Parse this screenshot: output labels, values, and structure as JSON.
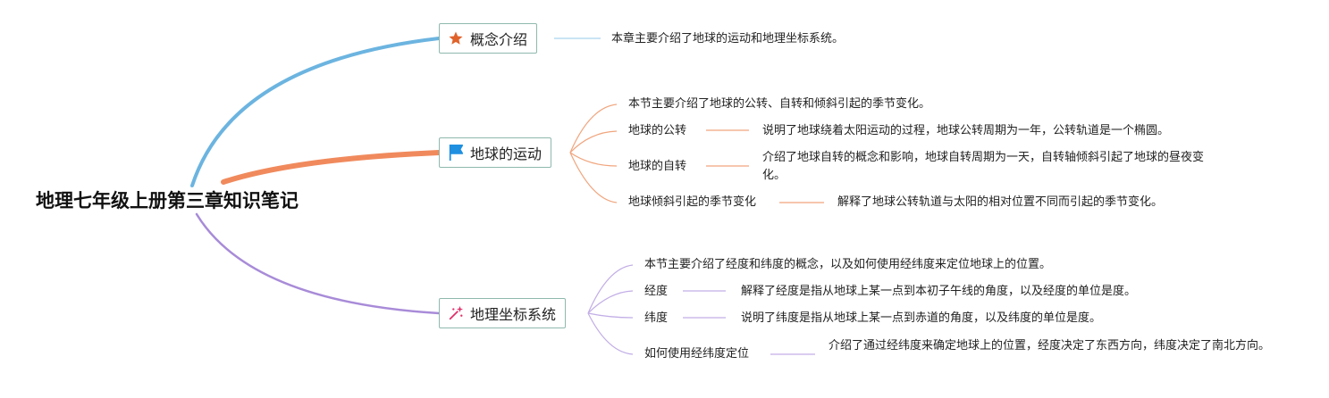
{
  "central_topic": "地理七年级上册第三章知识笔记",
  "colors": {
    "branch_concept": "#6cb4e0",
    "branch_motion": "#f08a5d",
    "branch_coords": "#a88bd8",
    "node_border": "#8fb9ad",
    "star_icon": "#e0622a",
    "flag_icon": "#1f8fe0",
    "sparkle_icon": "#e0306a"
  },
  "branches": [
    {
      "title": "概念介绍",
      "icon": "star-icon",
      "summary": "本章主要介绍了地球的运动和地理坐标系统。"
    },
    {
      "title": "地球的运动",
      "icon": "flag-icon",
      "summary": "本节主要介绍了地球的公转、自转和倾斜引起的季节变化。",
      "topics": [
        {
          "label": "地球的公转",
          "detail": "说明了地球绕着太阳运动的过程，地球公转周期为一年，公转轨道是一个椭圆。"
        },
        {
          "label": "地球的自转",
          "detail": "介绍了地球自转的概念和影响，地球自转周期为一天，自转轴倾斜引起了地球的昼夜变化。"
        },
        {
          "label": "地球倾斜引起的季节变化",
          "detail": "解释了地球公转轨道与太阳的相对位置不同而引起的季节变化。"
        }
      ]
    },
    {
      "title": "地理坐标系统",
      "icon": "sparkle-icon",
      "summary": "本节主要介绍了经度和纬度的概念，以及如何使用经纬度来定位地球上的位置。",
      "topics": [
        {
          "label": "经度",
          "detail": "解释了经度是指从地球上某一点到本初子午线的角度，以及经度的单位是度。"
        },
        {
          "label": "纬度",
          "detail": "说明了纬度是指从地球上某一点到赤道的角度，以及纬度的单位是度。"
        },
        {
          "label": "如何使用经纬度定位",
          "detail": "介绍了通过经纬度来确定地球上的位置，经度决定了东西方向，纬度决定了南北方向。"
        }
      ]
    }
  ]
}
